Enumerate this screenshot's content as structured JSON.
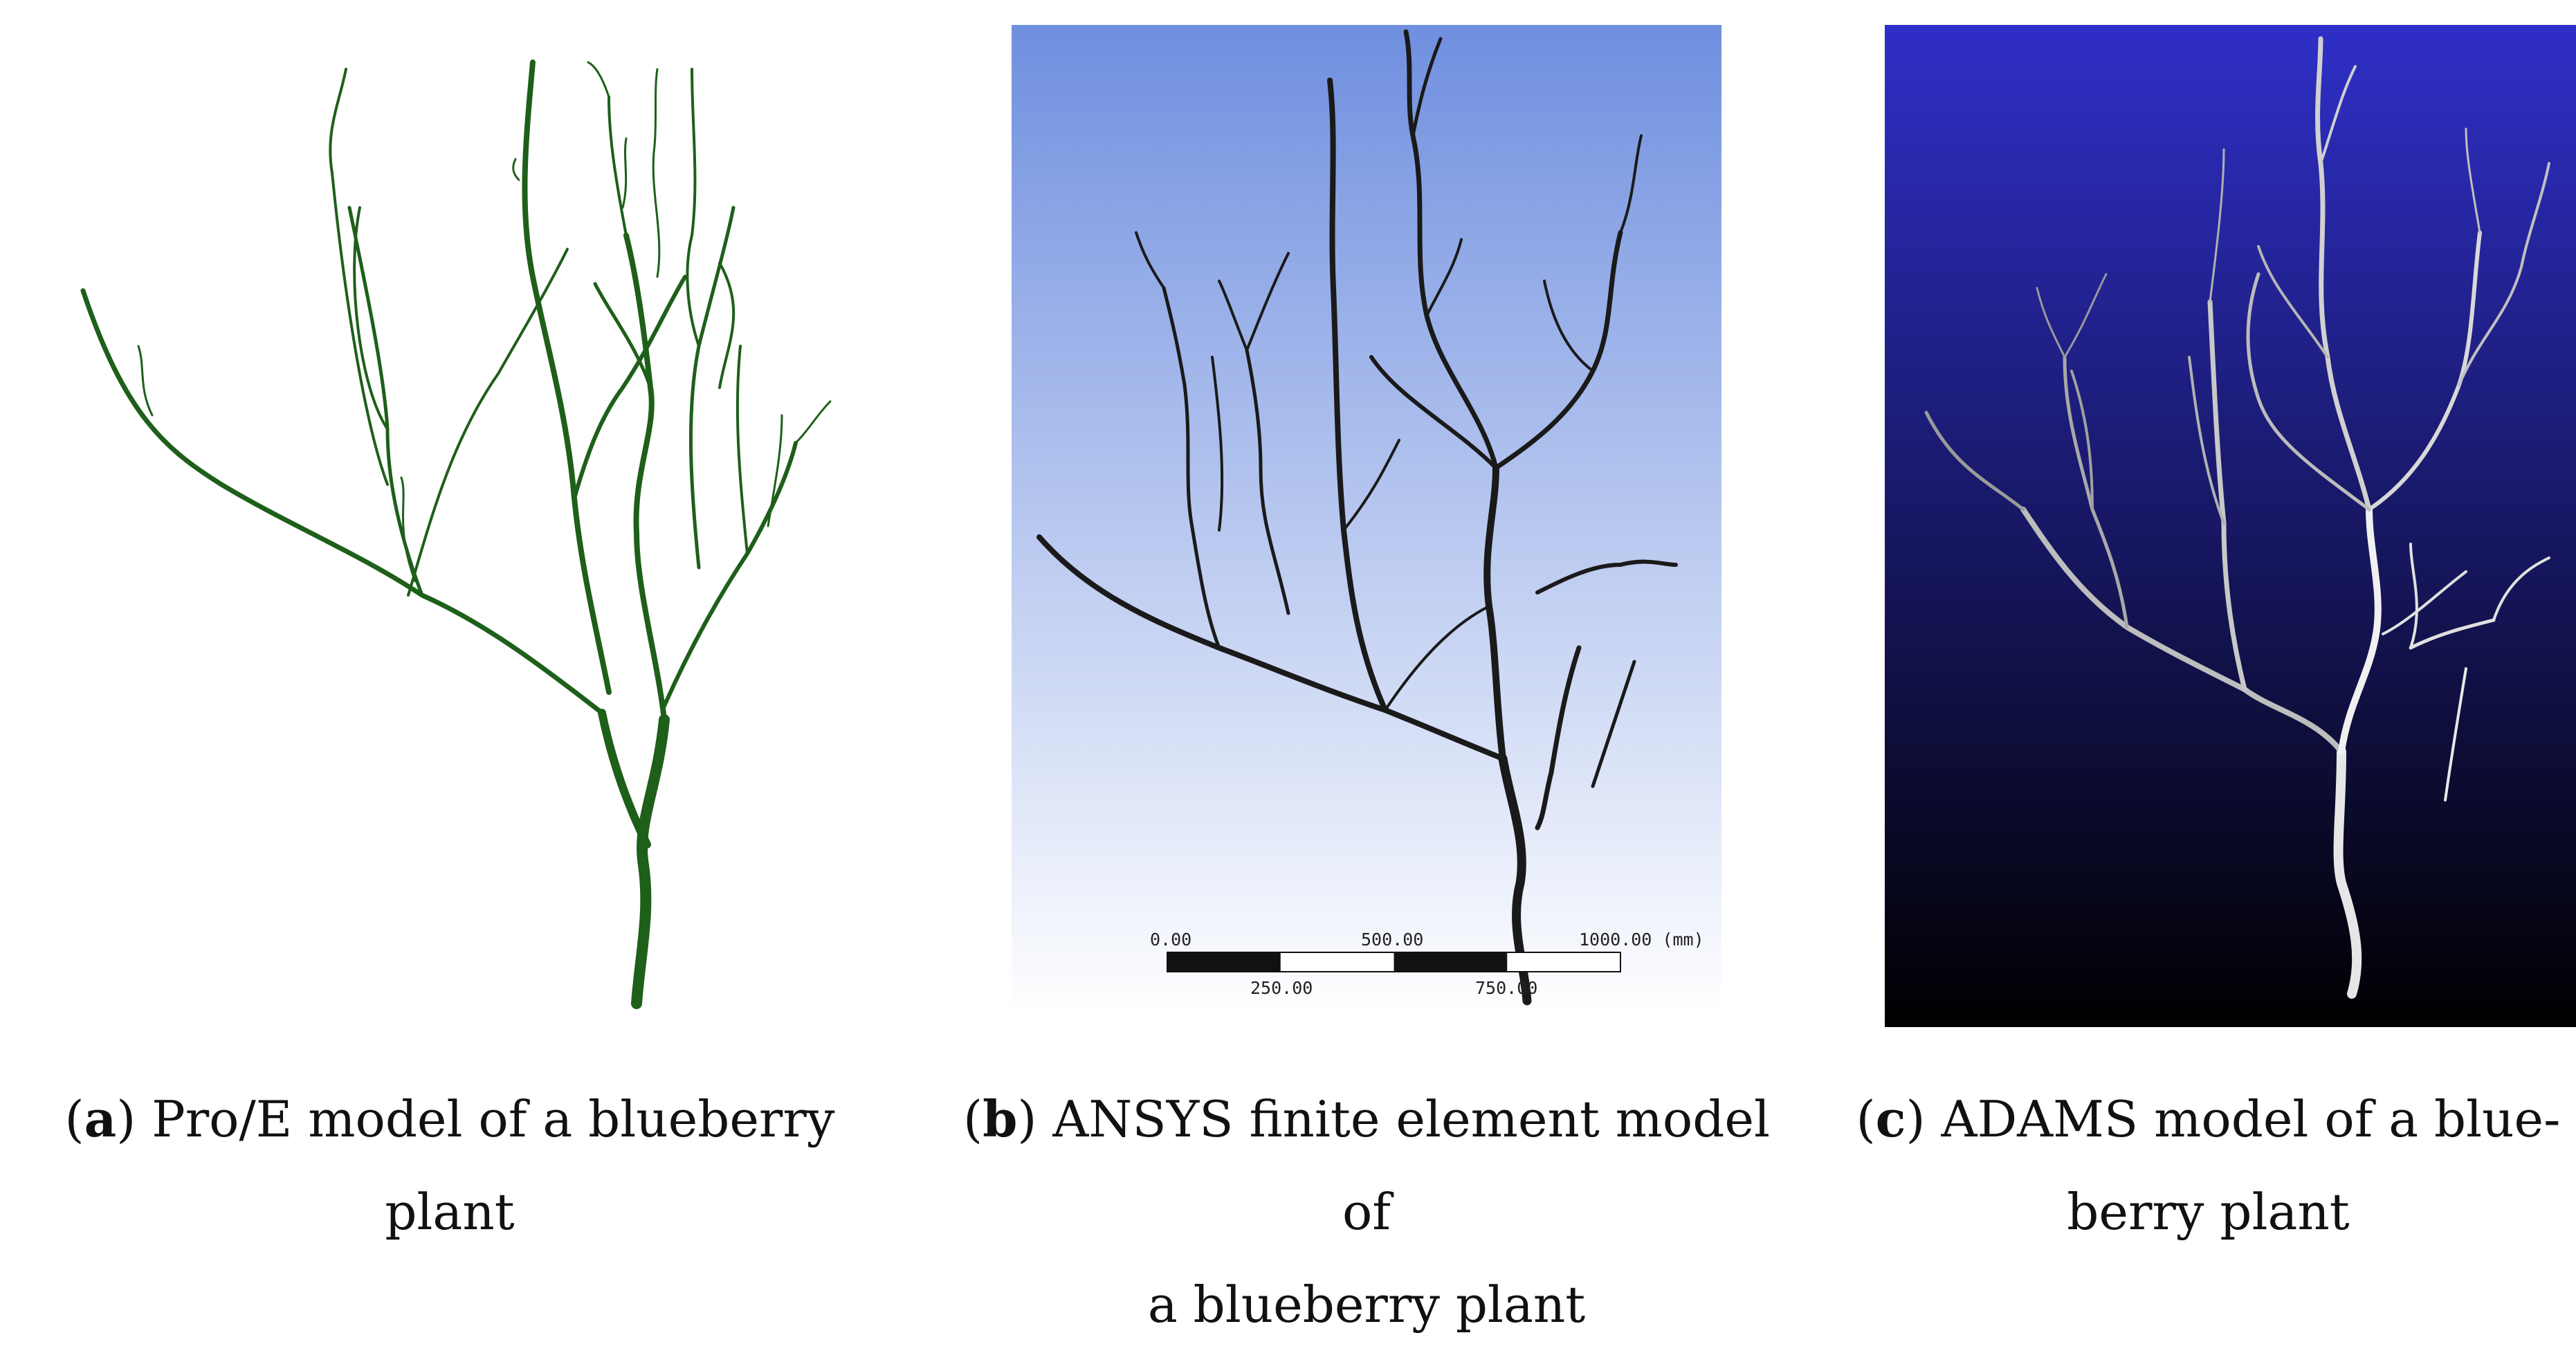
{
  "figures": [
    {
      "id": "a",
      "label": "a",
      "caption": "Pro/E model of a blueberry plant",
      "caption_lines": [
        "Pro/E model of a blueberry plant"
      ],
      "branch_color": "#1e5f1a",
      "background": "#ffffff"
    },
    {
      "id": "b",
      "label": "b",
      "caption": "ANSYS finite element model of a blueberry plant",
      "caption_lines": [
        "ANSYS finite element model of",
        "a blueberry plant"
      ],
      "branch_color": "#1a1a1a",
      "background_top": "#6f8fdf",
      "background_bottom": "#ffffff",
      "scale_bar": {
        "top_labels": [
          "0.00",
          "500.00",
          "1000.00 (mm)"
        ],
        "bottom_labels": [
          "250.00",
          "750.00"
        ]
      }
    },
    {
      "id": "c",
      "label": "c",
      "caption": "ADAMS model of a blueberry plant",
      "caption_lines": [
        "ADAMS model of a blue-",
        "berry plant"
      ],
      "branch_color": "#d8d8d8",
      "background_top": "#2f2fc8",
      "background_bottom": "#000000"
    }
  ]
}
